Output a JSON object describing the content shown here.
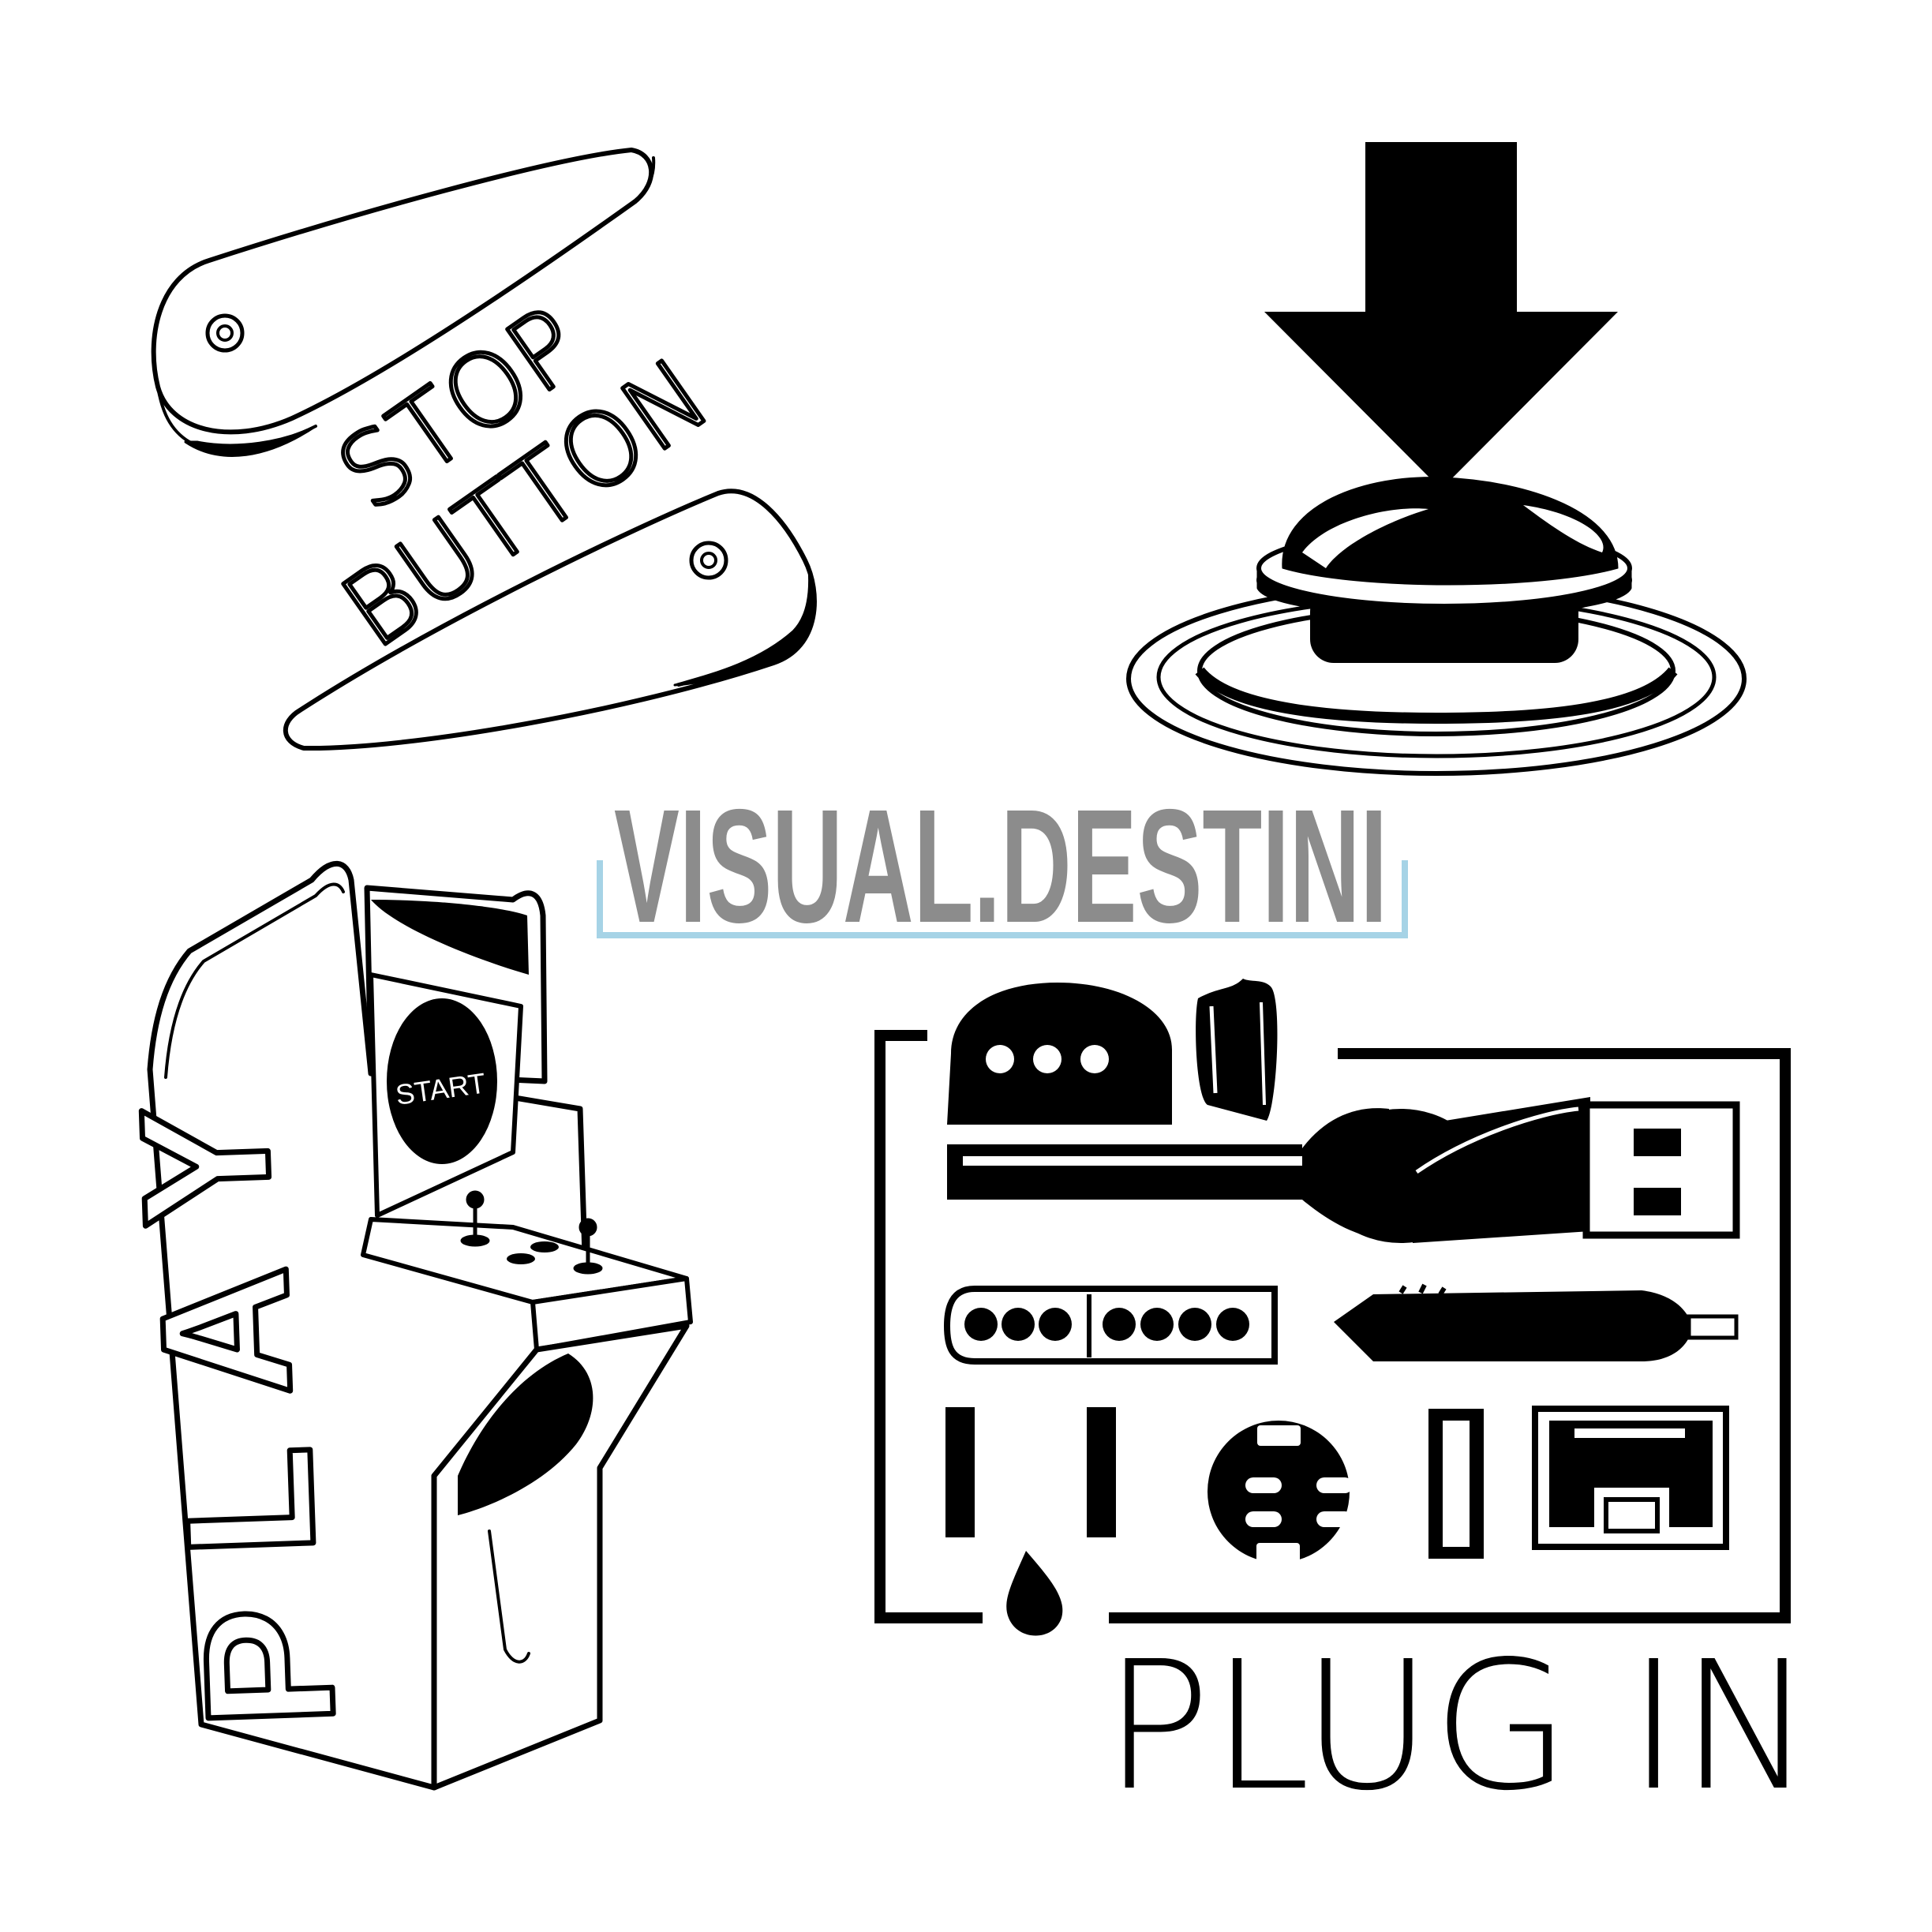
{
  "stop_button": {
    "line1": "STOP",
    "line2": "BUTTON"
  },
  "arcade": {
    "play_letters": [
      "P",
      "L",
      "A",
      "Y"
    ],
    "screen_label": "START"
  },
  "plug_in": {
    "label": "PLUG IN"
  },
  "watermark": {
    "text": "VISUAL.DESTINI"
  },
  "colors": {
    "ink": "#000000",
    "paper": "#ffffff",
    "watermark_text": "#8c8c8c",
    "watermark_frame": "#a6d3e6"
  },
  "icons": [
    "pinball-flipper-icon",
    "download-arrow-icon",
    "arcade-button-icon",
    "arcade-cabinet-icon",
    "joystick-icon",
    "usb-plug-icon",
    "audio-jack-icon",
    "serial-port-icon",
    "power-socket-icon"
  ]
}
